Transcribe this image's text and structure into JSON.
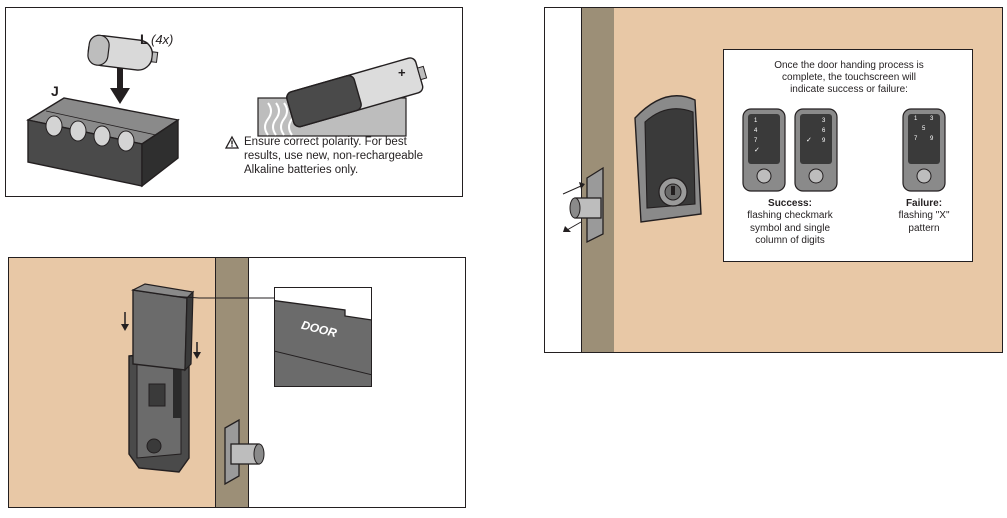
{
  "colors": {
    "wall": "#e8c8a6",
    "door_edge": "#9c8f77",
    "line": "#231f20",
    "device_dark": "#3a3a3a",
    "device_mid": "#6b6b6b",
    "panel_bg": "#ffffff"
  },
  "battery_panel": {
    "label_battery": "L",
    "label_battery_qty": "(4x)",
    "label_holder": "J",
    "polarity_mark": "+",
    "warning_icon": "warning-triangle-icon",
    "warning_text": "Ensure correct polarity. For best results, use new, non-rechargeable Alkaline batteries only."
  },
  "install_panel": {
    "callout_text": "DOOR",
    "pack_label": "DOOR",
    "arrow_icon": "down-arrow-icon"
  },
  "handing_panel": {
    "intro_text": "Once the door handing process is complete, the touchscreen will indicate success or failure:",
    "success_title": "Success:",
    "success_desc": "flashing checkmark symbol and single column of digits",
    "failure_title": "Failure:",
    "failure_desc": "flashing \"X\" pattern",
    "keypad_success_a": [
      "1",
      "4",
      "7",
      "✓"
    ],
    "keypad_success_b": [
      "3",
      "6",
      "9",
      "✓"
    ],
    "keypad_failure": [
      "1",
      "3",
      "5",
      "7",
      "9"
    ]
  }
}
